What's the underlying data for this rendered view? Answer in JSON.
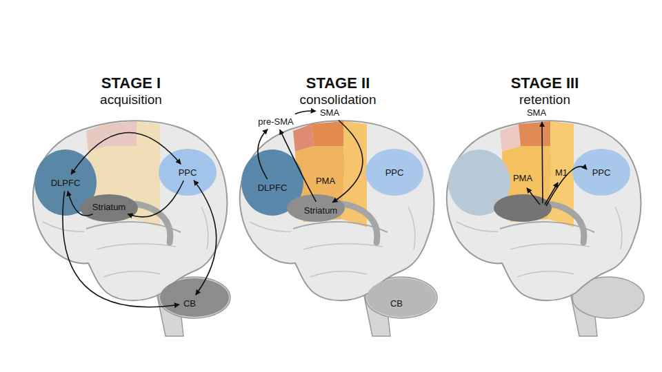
{
  "diagram": {
    "nodes": [
      {
        "text": [
          "STAGE I",
          "acquisition"
        ]
      },
      {
        "text": [
          "DLPFC"
        ],
        "in": 0
      },
      {
        "text": [
          "PPC"
        ],
        "in": 0
      },
      {
        "text": [
          "Striatum"
        ],
        "in": 0
      },
      {
        "text": [
          "CB"
        ],
        "in": 0
      },
      {
        "text": [
          "STAGE II",
          "consolidation"
        ]
      },
      {
        "text": [
          "pre-SMA"
        ],
        "in": 5
      },
      {
        "text": [
          "SMA"
        ],
        "in": 5
      },
      {
        "text": [
          "DLPFC"
        ],
        "in": 5
      },
      {
        "text": [
          "PMA"
        ],
        "in": 5
      },
      {
        "text": [
          "PPC"
        ],
        "in": 5
      },
      {
        "text": [
          "Striatum"
        ],
        "in": 5
      },
      {
        "text": [
          "CB"
        ],
        "in": 5
      },
      {
        "text": [
          "STAGE III",
          "retention"
        ]
      },
      {
        "text": [
          "SMA"
        ],
        "in": 13
      },
      {
        "text": [
          "PMA"
        ],
        "in": 13
      },
      {
        "text": [
          "M1"
        ],
        "in": 13
      },
      {
        "text": [
          "PPC"
        ],
        "in": 13
      }
    ],
    "edges": [
      {
        "from": 1,
        "to": 2,
        "arrow": "both"
      },
      {
        "from": 3,
        "to": 1,
        "arrow": "to"
      },
      {
        "from": 2,
        "to": 3,
        "arrow": "to"
      },
      {
        "from": 1,
        "to": 4,
        "arrow": "to"
      },
      {
        "from": 4,
        "to": 2,
        "arrow": "both"
      },
      {
        "from": 8,
        "to": 6,
        "arrow": "to"
      },
      {
        "from": 6,
        "to": 7,
        "arrow": "to"
      },
      {
        "from": 7,
        "to": 11,
        "arrow": "to"
      },
      {
        "from": 11,
        "to": 6,
        "arrow": "to"
      }
    ]
  }
}
